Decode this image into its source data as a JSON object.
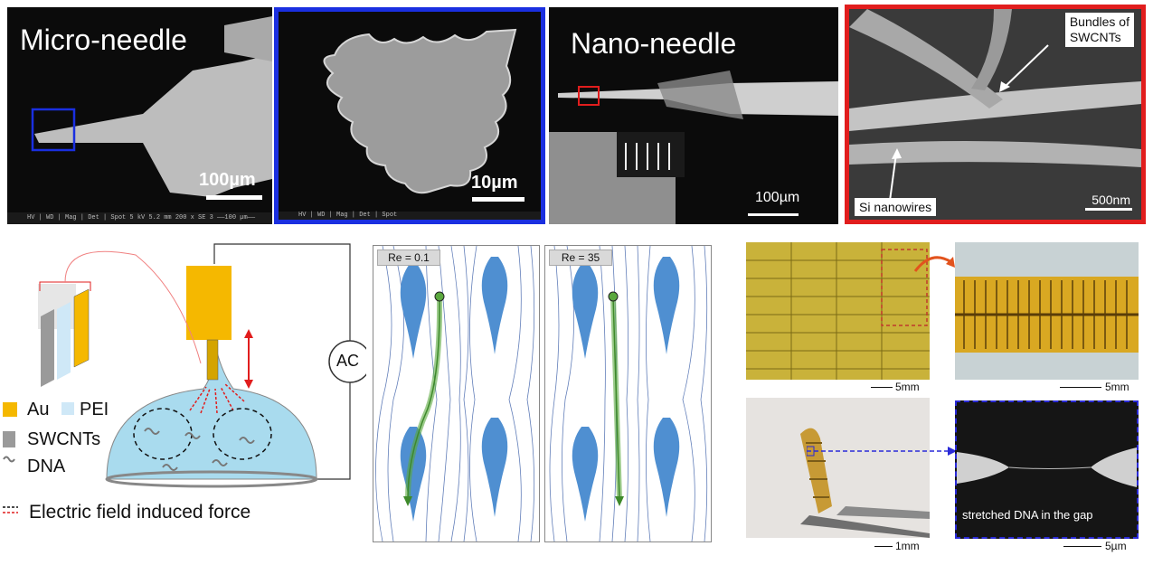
{
  "top_row": {
    "microneedle": {
      "title": "Micro-needle",
      "scale": "100µm",
      "infobar": "HV | WD | Mag | Det | Spot   5 kV  5.2 mm  200 x  SE  3   ——100 µm——"
    },
    "zoom_blue": {
      "scale": "10µm",
      "infobar": "HV | WD | Mag | Det | Spot",
      "frame_color": "#1a2fe0"
    },
    "nanoneedle": {
      "title": "Nano-needle",
      "scale": "100µm"
    },
    "zoom_red": {
      "label_bundles": "Bundles of\nSWCNTs",
      "label_si": "Si nanowires",
      "scale": "500nm",
      "frame_color": "#e11d1d"
    }
  },
  "schematic": {
    "ac_label": "AC",
    "legend": {
      "au": "Au",
      "pei": "PEI",
      "swcnts": "SWCNTs",
      "dna": "DNA",
      "force": "Electric field induced force"
    },
    "colors": {
      "au": "#f5b800",
      "pei": "#cfe8f7",
      "dome": "#a9dbee",
      "arrow": "#e11d1d"
    }
  },
  "flow": {
    "left": {
      "label": "Re = 0.1"
    },
    "right": {
      "label": "Re = 35"
    },
    "colors": {
      "stream": "#3b5fa8",
      "obstacle": "#4f8fd1",
      "path": "#5aa83e"
    }
  },
  "photos": {
    "electrode_top": {
      "scale": "5mm"
    },
    "electrode_zoom": {
      "scale": "5mm"
    },
    "flexible": {
      "scale": "1mm"
    },
    "dna_gap": {
      "caption": "stretched DNA in the gap",
      "scale": "5µm"
    }
  }
}
